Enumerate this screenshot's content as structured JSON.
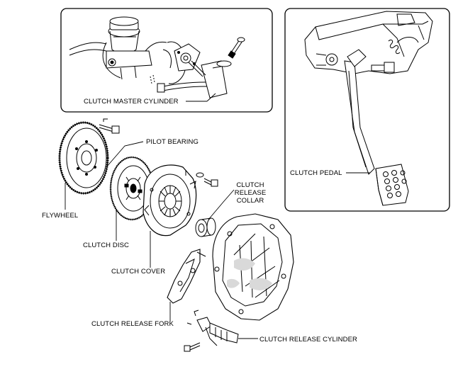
{
  "labels": {
    "master_cylinder": "CLUTCH MASTER CYLINDER",
    "pilot_bearing": "PILOT BEARING",
    "flywheel": "FLYWHEEL",
    "clutch_disc": "CLUTCH DISC",
    "clutch_cover": "CLUTCH COVER",
    "release_collar_1": "CLUTCH",
    "release_collar_2": "RELEASE",
    "release_collar_3": "COLLAR",
    "release_fork": "CLUTCH RELEASE FORK",
    "release_cylinder": "CLUTCH RELEASE CYLINDER",
    "clutch_pedal": "CLUTCH PEDAL"
  },
  "colors": {
    "line": "#000000",
    "background": "#ffffff",
    "housing_gray": "#d9d9d9"
  }
}
